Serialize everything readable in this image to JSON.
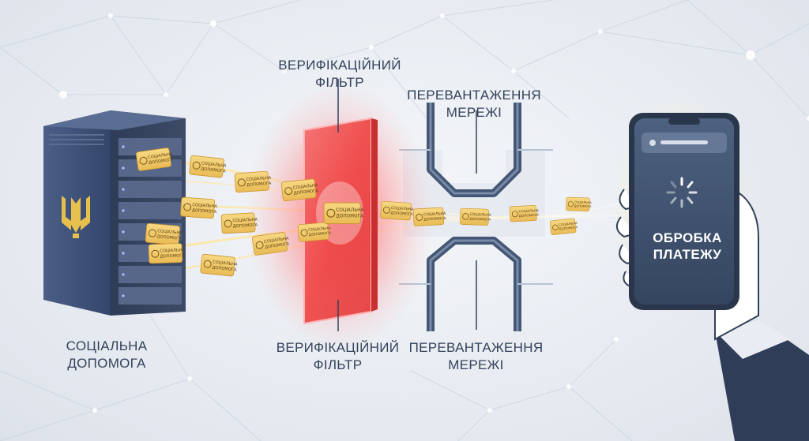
{
  "labels": {
    "server": [
      "СОЦІАЛЬНА",
      "ДОПОМОГА"
    ],
    "filter_top": [
      "ВЕРИФІКАЦІЙНИЙ",
      "ФІЛЬТР"
    ],
    "filter_bottom": [
      "ВЕРИФІКАЦІЙНИЙ",
      "ФІЛЬТР"
    ],
    "network_top": [
      "ПЕРЕВАНТАЖЕННЯ",
      "МЕРЕЖІ"
    ],
    "network_bottom": [
      "ПЕРЕВАНТАЖЕННЯ",
      "МЕРЕЖІ"
    ],
    "phone_status": [
      "ОБРОБКА",
      "ПЛАТЕЖУ"
    ]
  },
  "cards": {
    "text_lines": [
      "СОЦІАЛЬНА",
      "ДОПОМОГА"
    ]
  },
  "icons": {
    "server": "server-rack-icon",
    "emblem": "ukraine-trident-icon",
    "filter": "verification-filter-icon",
    "network": "network-bottleneck-icon",
    "phone": "smartphone-icon",
    "spinner": "loading-spinner-icon",
    "hand": "hand-icon"
  },
  "colors": {
    "background": "#e7ebf1",
    "server_body": "#3c4f75",
    "filter_red": "#ef4b4b",
    "card_gold": "#f0c869",
    "label_text": "#33425a",
    "phone_screen": "#3e5170"
  }
}
